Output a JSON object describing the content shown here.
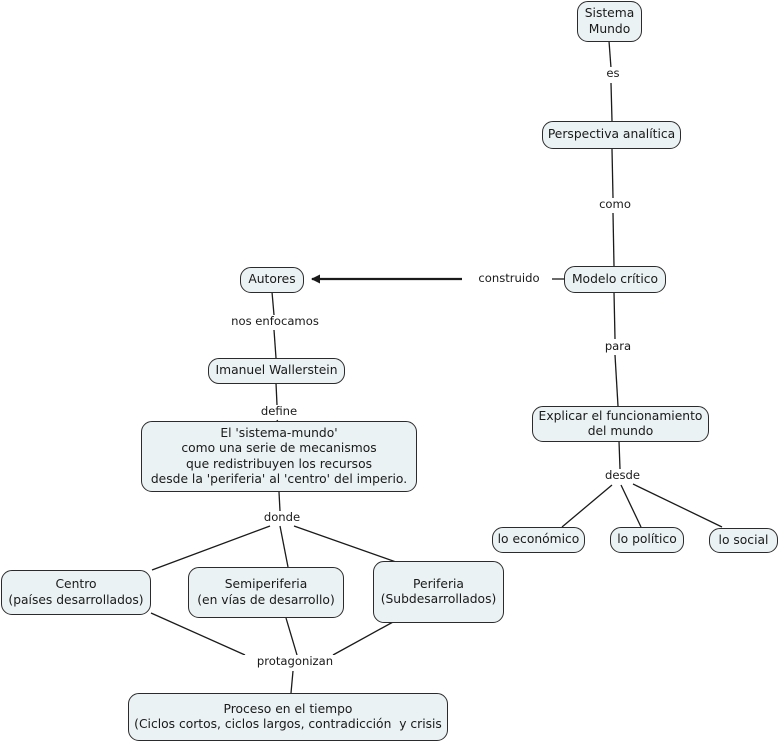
{
  "diagram": {
    "title": "Sistema Mundo concept map",
    "colors": {
      "node_fill": "#eaf2f4",
      "node_border": "#2b2b2b",
      "edge": "#1a1a1a",
      "text": "#1a1a1a",
      "background": "#ffffff"
    },
    "nodes": [
      {
        "id": "sistema_mundo",
        "text": "Sistema\nMundo"
      },
      {
        "id": "perspectiva",
        "text": "Perspectiva analítica"
      },
      {
        "id": "modelo_critico",
        "text": "Modelo crítico"
      },
      {
        "id": "autores",
        "text": "Autores"
      },
      {
        "id": "wallerstein",
        "text": "Imanuel Wallerstein"
      },
      {
        "id": "definicion",
        "text": "El 'sistema-mundo'\ncomo una serie de mecanismos\nque redistribuyen los recursos\ndesde la 'periferia' al 'centro' del imperio."
      },
      {
        "id": "explicar",
        "text": "Explicar el funcionamiento\ndel mundo"
      },
      {
        "id": "lo_economico",
        "text": "lo económico"
      },
      {
        "id": "lo_politico",
        "text": "lo político"
      },
      {
        "id": "lo_social",
        "text": "lo social"
      },
      {
        "id": "centro",
        "text": "Centro\n(países desarrollados)"
      },
      {
        "id": "semiperiferia",
        "text": "Semiperiferia\n(en vías de desarrollo)"
      },
      {
        "id": "periferia",
        "text": "Periferia\n(Subdesarrollados)"
      },
      {
        "id": "proceso",
        "text": "Proceso en el tiempo\n(Ciclos cortos, ciclos largos, contradicción  y crisis"
      }
    ],
    "link_labels": [
      {
        "id": "es",
        "text": "es"
      },
      {
        "id": "como",
        "text": "como"
      },
      {
        "id": "construido",
        "text": "construido"
      },
      {
        "id": "para",
        "text": "para"
      },
      {
        "id": "desde",
        "text": "desde"
      },
      {
        "id": "nos_enfocamos",
        "text": "nos enfocamos"
      },
      {
        "id": "define",
        "text": "define"
      },
      {
        "id": "donde",
        "text": "donde"
      },
      {
        "id": "protagonizan",
        "text": "protagonizan"
      }
    ]
  }
}
